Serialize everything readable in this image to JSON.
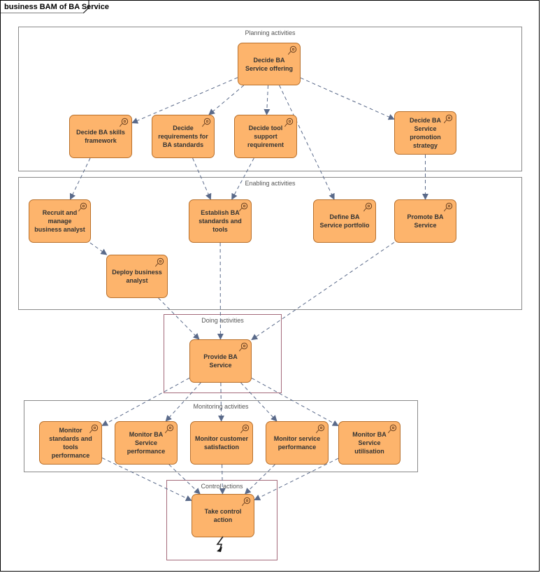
{
  "diagram": {
    "title": "business BAM of BA Service",
    "groups": {
      "planning": "Planning activities",
      "enabling": "Enabling activities",
      "doing": "Doing activities",
      "monitoring": "Monitoring activities",
      "control": "Control actions"
    },
    "nodes": {
      "decide_offering": "Decide BA Service offering",
      "decide_skills": "Decide BA skills framework",
      "decide_requirements": "Decide requirements for BA standards",
      "decide_tool": "Decide tool support requirement",
      "decide_promotion": "Decide BA Service promotion strategy",
      "recruit": "Recruit and manage business analyst",
      "establish": "Establish BA standards and tools",
      "define_portfolio": "Define BA Service portfolio",
      "promote": "Promote BA Service",
      "deploy": "Deploy business analyst",
      "provide": "Provide BA Service",
      "monitor_standards": "Monitor standards and tools performance",
      "monitor_ba_perf": "Monitor BA Service performance",
      "monitor_customer": "Monitor customer satisfaction",
      "monitor_service": "Monitor service performance",
      "monitor_utilisation": "Monitor BA Service utilisation",
      "control_action": "Take control action"
    },
    "icons": {
      "process": "process-gear-icon",
      "signal": "lightning-bolt-icon"
    },
    "colors": {
      "node_fill": "#fdb46c",
      "node_border": "#b86f2a",
      "edge": "#5a6a8a"
    },
    "edges": [
      [
        "decide_offering",
        "decide_skills"
      ],
      [
        "decide_offering",
        "decide_requirements"
      ],
      [
        "decide_offering",
        "decide_tool"
      ],
      [
        "decide_offering",
        "decide_promotion"
      ],
      [
        "decide_offering",
        "define_portfolio"
      ],
      [
        "decide_skills",
        "recruit"
      ],
      [
        "decide_requirements",
        "establish"
      ],
      [
        "decide_tool",
        "establish"
      ],
      [
        "decide_promotion",
        "promote"
      ],
      [
        "recruit",
        "deploy"
      ],
      [
        "deploy",
        "provide"
      ],
      [
        "establish",
        "provide"
      ],
      [
        "promote",
        "provide"
      ],
      [
        "provide",
        "monitor_standards"
      ],
      [
        "provide",
        "monitor_ba_perf"
      ],
      [
        "provide",
        "monitor_customer"
      ],
      [
        "provide",
        "monitor_service"
      ],
      [
        "provide",
        "monitor_utilisation"
      ],
      [
        "monitor_standards",
        "control_action"
      ],
      [
        "monitor_ba_perf",
        "control_action"
      ],
      [
        "monitor_customer",
        "control_action"
      ],
      [
        "monitor_service",
        "control_action"
      ],
      [
        "monitor_utilisation",
        "control_action"
      ]
    ]
  }
}
